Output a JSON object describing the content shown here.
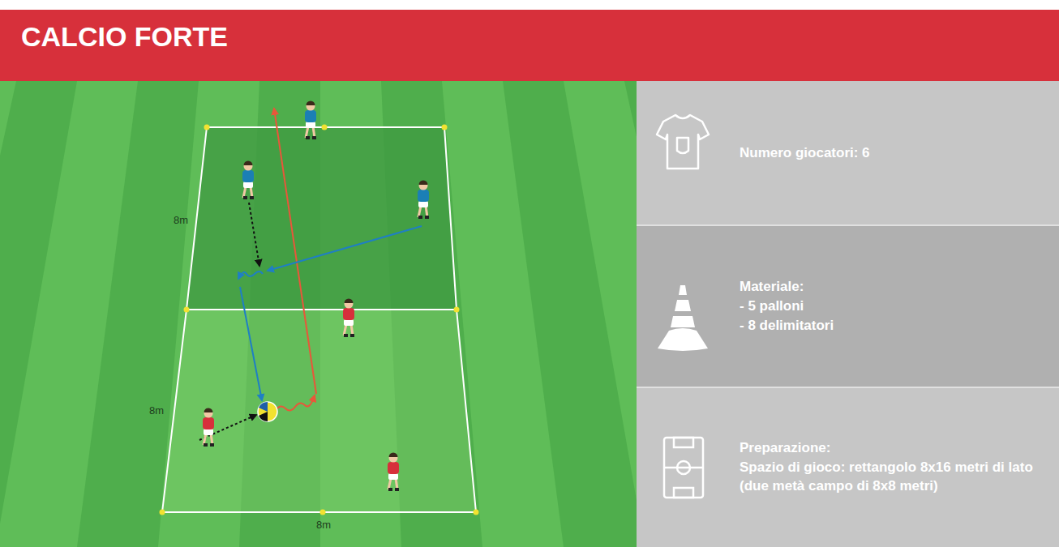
{
  "diagram": {
    "title": "CALCIO FORTE",
    "nodes": [
      {
        "text": [
          "Numero giocatori: 6"
        ]
      },
      {
        "text": [
          "Materiale:",
          "- 5 palloni",
          "- 8 delimitatori"
        ]
      },
      {
        "text": [
          "Preparazione:",
          "Spazio di gioco: rettangolo 8x16 metri di lato (due metà campo di 8x8 metri)"
        ]
      }
    ],
    "labels": [
      "8m",
      "8m",
      "8m"
    ]
  }
}
